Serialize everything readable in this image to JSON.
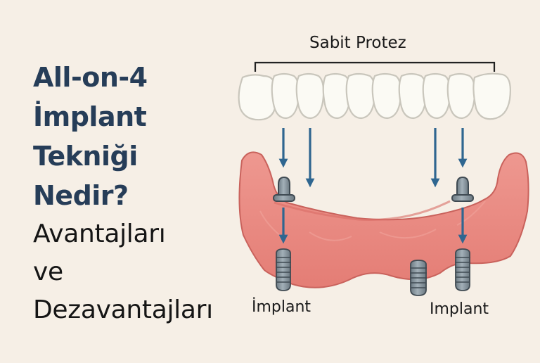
{
  "title": {
    "lines": [
      "All-on-4",
      "İmplant",
      "Tekniği",
      "Nedir?"
    ],
    "subtitle_lines": [
      "Avantajları",
      "ve",
      "Dezavantajları"
    ]
  },
  "diagram": {
    "prosthesis_label": "Sabit Protez",
    "implant_label_left": "İmplant",
    "implant_label_right": "Implant",
    "teeth_count": 10,
    "arrows_count": 6,
    "implants_count": 3,
    "abutments_count": 2
  },
  "colors": {
    "background": "#f6efe6",
    "title": "#263d58",
    "subtitle": "#151515",
    "arrow": "#2f6690",
    "gum": "#e8867e",
    "gum_outline": "#c9625c",
    "tooth": "#fbfaf4",
    "tooth_outline": "#c9c6bc",
    "implant": "#7f8f98",
    "implant_outline": "#3f4a52"
  }
}
